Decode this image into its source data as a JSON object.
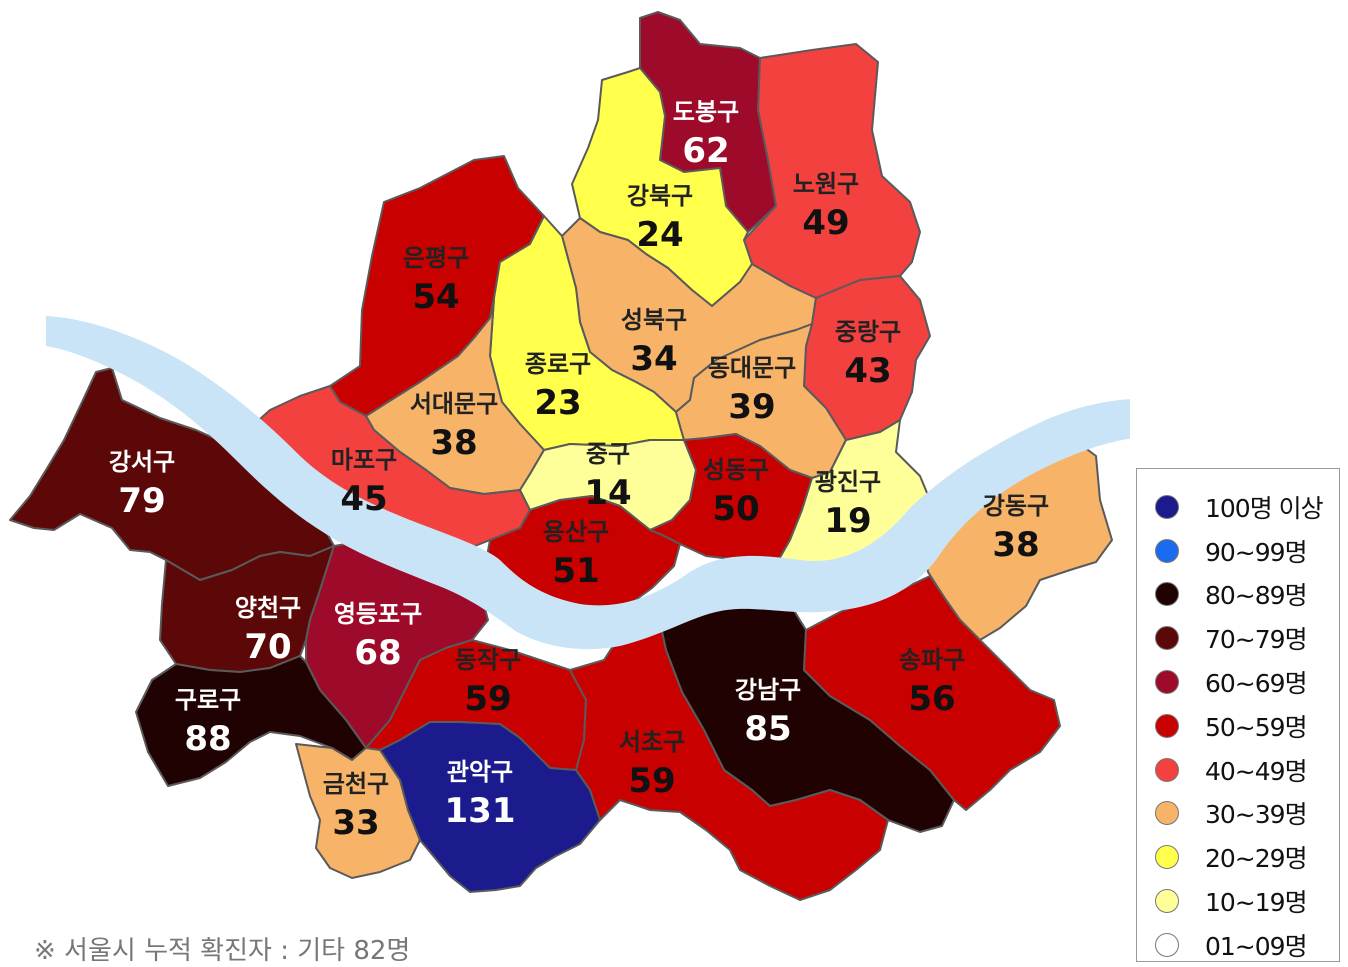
{
  "map": {
    "river_color": "#c9e4f7",
    "districts": [
      {
        "id": "dobong",
        "name": "도봉구",
        "value": "62",
        "color": "#9e0a2a"
      },
      {
        "id": "nowon",
        "name": "노원구",
        "value": "49",
        "color": "#f2413e"
      },
      {
        "id": "gangbuk",
        "name": "강북구",
        "value": "24",
        "color": "#ffff4c"
      },
      {
        "id": "eunpyeong",
        "name": "은평구",
        "value": "54",
        "color": "#c90000"
      },
      {
        "id": "seongbuk",
        "name": "성북구",
        "value": "34",
        "color": "#f7b468"
      },
      {
        "id": "jungnang",
        "name": "중랑구",
        "value": "43",
        "color": "#f2413e"
      },
      {
        "id": "jongno",
        "name": "종로구",
        "value": "23",
        "color": "#ffff4c"
      },
      {
        "id": "dongdaemun",
        "name": "동대문구",
        "value": "39",
        "color": "#f7b468"
      },
      {
        "id": "seodaemun",
        "name": "서대문구",
        "value": "38",
        "color": "#f7b468"
      },
      {
        "id": "mapo",
        "name": "마포구",
        "value": "45",
        "color": "#f2413e"
      },
      {
        "id": "jung",
        "name": "중구",
        "value": "14",
        "color": "#ffff99"
      },
      {
        "id": "seongdong",
        "name": "성동구",
        "value": "50",
        "color": "#c90000"
      },
      {
        "id": "gwangjin",
        "name": "광진구",
        "value": "19",
        "color": "#ffff99"
      },
      {
        "id": "gangdong",
        "name": "강동구",
        "value": "38",
        "color": "#f7b468"
      },
      {
        "id": "gangseo",
        "name": "강서구",
        "value": "79",
        "color": "#5c0808"
      },
      {
        "id": "yongsan",
        "name": "용산구",
        "value": "51",
        "color": "#c90000"
      },
      {
        "id": "yangcheon",
        "name": "양천구",
        "value": "70",
        "color": "#5c0808"
      },
      {
        "id": "yeongdeungpo",
        "name": "영등포구",
        "value": "68",
        "color": "#9e0a2a"
      },
      {
        "id": "guro",
        "name": "구로구",
        "value": "88",
        "color": "#200202"
      },
      {
        "id": "dongjak",
        "name": "동작구",
        "value": "59",
        "color": "#c90000"
      },
      {
        "id": "gangnam",
        "name": "강남구",
        "value": "85",
        "color": "#200202"
      },
      {
        "id": "songpa",
        "name": "송파구",
        "value": "56",
        "color": "#c90000"
      },
      {
        "id": "seocho",
        "name": "서초구",
        "value": "59",
        "color": "#c90000"
      },
      {
        "id": "geumcheon",
        "name": "금천구",
        "value": "33",
        "color": "#f7b468"
      },
      {
        "id": "gwanak",
        "name": "관악구",
        "value": "131",
        "color": "#1b1b8e"
      }
    ]
  },
  "legend": [
    {
      "label": "100명 이상",
      "color": "#1b1b8e"
    },
    {
      "label": "90~99명",
      "color": "#1a6bf0"
    },
    {
      "label": "80~89명",
      "color": "#200202"
    },
    {
      "label": "70~79명",
      "color": "#5c0808"
    },
    {
      "label": "60~69명",
      "color": "#9e0a2a"
    },
    {
      "label": "50~59명",
      "color": "#c90000"
    },
    {
      "label": "40~49명",
      "color": "#f2413e"
    },
    {
      "label": "30~39명",
      "color": "#f7b468"
    },
    {
      "label": "20~29명",
      "color": "#ffff4c"
    },
    {
      "label": "10~19명",
      "color": "#ffff99"
    },
    {
      "label": "01~09명",
      "color": "#ffffff"
    }
  ],
  "footnote": "※ 서울시 누적 확진자 : 기타 82명"
}
